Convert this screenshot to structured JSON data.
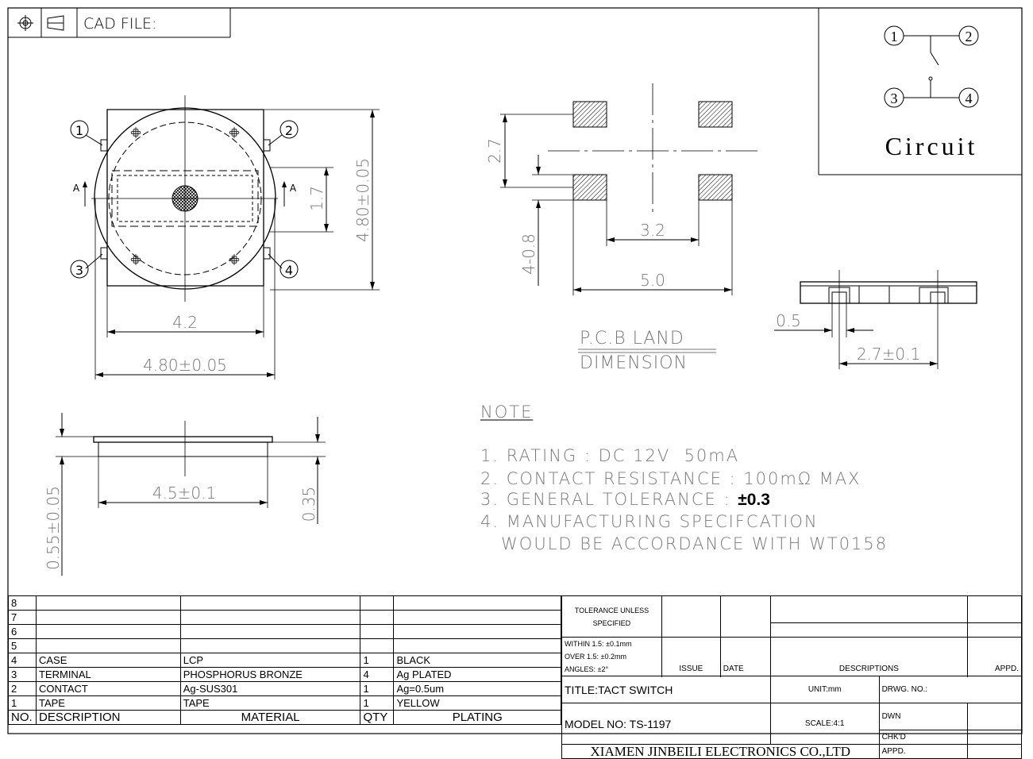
{
  "header": {
    "cad_file_label": "CAD FILE:"
  },
  "circuit": {
    "title": "Circuit",
    "pins": [
      "1",
      "2",
      "3",
      "4"
    ]
  },
  "top_view": {
    "pin_labels": [
      "1",
      "2",
      "3",
      "4"
    ],
    "section_marks": [
      "A",
      "A"
    ],
    "dims": {
      "height": "4.80±0.05",
      "inner_height": "1.7",
      "inner_width": "4.2",
      "outer_width": "4.80±0.05"
    }
  },
  "side_view": {
    "dims": {
      "thickness": "0.55±0.05",
      "width": "4.5±0.1",
      "height": "0.35"
    }
  },
  "pcb": {
    "dims": {
      "pitch_y": "2.7",
      "pad": "4-0.8",
      "inner": "3.2",
      "outer": "5.0"
    },
    "title_line1": "P.C.B LAND",
    "title_line2": "DIMENSION"
  },
  "terminal_view": {
    "dims": {
      "pad": "0.5",
      "span": "2.7±0.1"
    }
  },
  "notes": {
    "heading": "NOTE",
    "items": [
      {
        "text": "1. RATING : DC 12V  50mA",
        "bold": ""
      },
      {
        "text": "2. CONTACT RESISTANCE : 100mΩ MAX",
        "bold": ""
      },
      {
        "text": "3. GENERAL TOLERANCE : ",
        "bold": "±0.3"
      },
      {
        "text": "4. MANUFACTURING SPECIFCATION",
        "bold": ""
      },
      {
        "text": "   WOULD BE ACCORDANCE WITH WT0158",
        "bold": ""
      }
    ]
  },
  "bom": {
    "rows": [
      {
        "no": "8",
        "desc": "",
        "material": "",
        "qty": "",
        "plating": ""
      },
      {
        "no": "7",
        "desc": "",
        "material": "",
        "qty": "",
        "plating": ""
      },
      {
        "no": "6",
        "desc": "",
        "material": "",
        "qty": "",
        "plating": ""
      },
      {
        "no": "5",
        "desc": "",
        "material": "",
        "qty": "",
        "plating": ""
      },
      {
        "no": "4",
        "desc": "CASE",
        "material": "LCP",
        "qty": "1",
        "plating": "BLACK"
      },
      {
        "no": "3",
        "desc": "TERMINAL",
        "material": "PHOSPHORUS BRONZE",
        "qty": "4",
        "plating": "Ag PLATED"
      },
      {
        "no": "2",
        "desc": "CONTACT",
        "material": "Ag-SUS301",
        "qty": "1",
        "plating": "Ag=0.5um"
      },
      {
        "no": "1",
        "desc": "TAPE",
        "material": "TAPE",
        "qty": "1",
        "plating": "YELLOW"
      }
    ],
    "header": {
      "no": "NO.",
      "desc": "DESCRIPTION",
      "material": "MATERIAL",
      "qty": "QTY",
      "plating": "PLATING"
    }
  },
  "titleblock": {
    "tolerance_label": "TOLERANCE UNLESS SPECIFIED",
    "tol_1": "WITHIN 1.5: ±0.1mm",
    "tol_2": "OVER 1.5:  ±0.2mm",
    "tol_3": "ANGLES: ±2°",
    "issue": "ISSUE",
    "date": "DATE",
    "descriptions": "DESCRIPTIONS",
    "appd": "APPD.",
    "title": "TITLE:TACT SWITCH",
    "unit": "UNIT:mm",
    "drwg_no": "DRWG. NO.:",
    "model": "MODEL NO: TS-1197",
    "scale": "SCALE:4:1",
    "dwn": "DWN",
    "chkd": "CHK'D",
    "appd2": "APPD.",
    "company": "XIAMEN JINBEILI ELECTRONICS CO.,LTD"
  }
}
